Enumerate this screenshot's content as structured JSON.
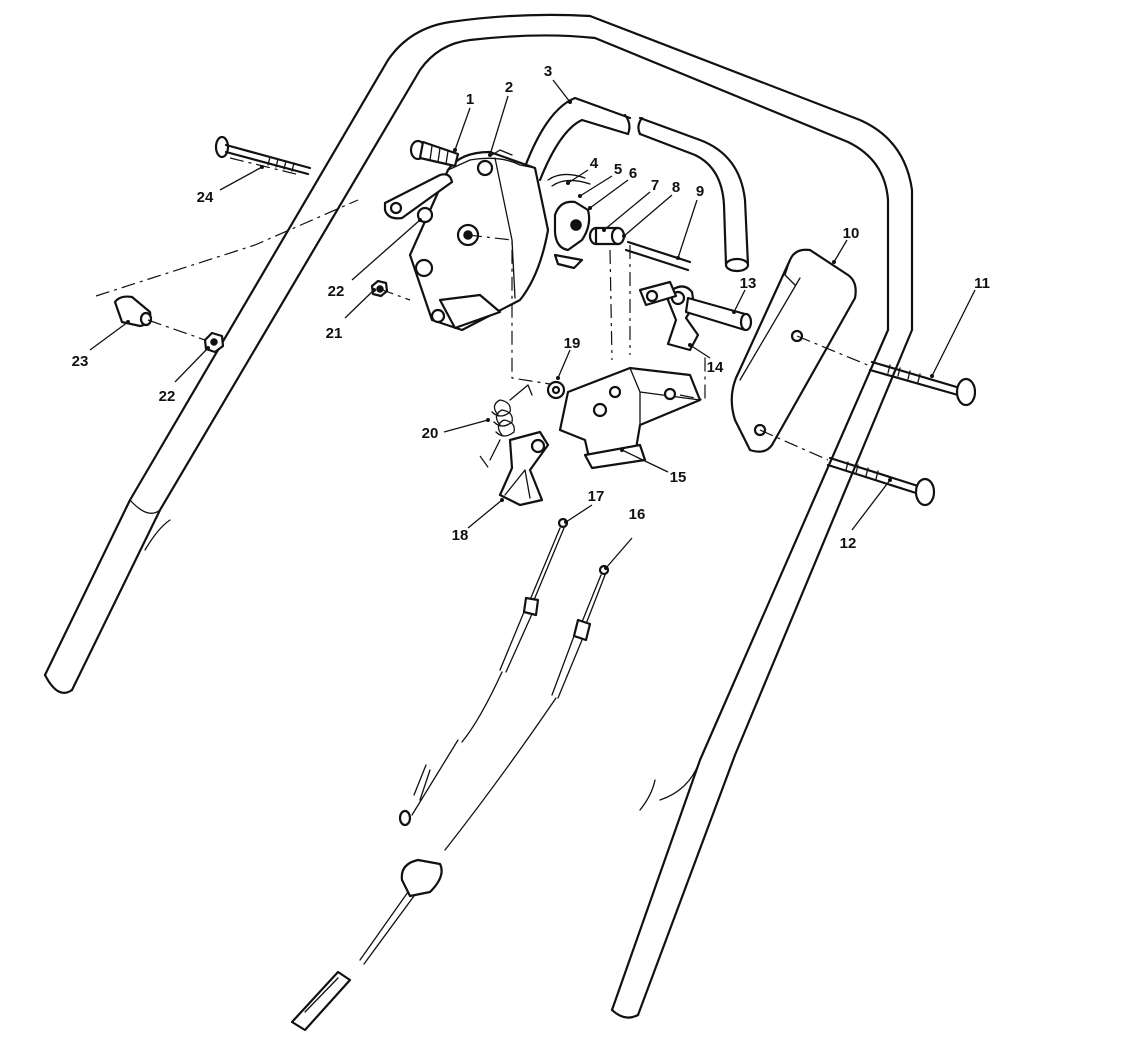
{
  "callouts": [
    {
      "id": "1",
      "label": "1"
    },
    {
      "id": "2",
      "label": "2"
    },
    {
      "id": "3",
      "label": "3"
    },
    {
      "id": "4",
      "label": "4"
    },
    {
      "id": "5",
      "label": "5"
    },
    {
      "id": "6",
      "label": "6"
    },
    {
      "id": "7",
      "label": "7"
    },
    {
      "id": "8",
      "label": "8"
    },
    {
      "id": "9",
      "label": "9"
    },
    {
      "id": "10",
      "label": "10"
    },
    {
      "id": "11",
      "label": "11"
    },
    {
      "id": "12",
      "label": "12"
    },
    {
      "id": "13",
      "label": "13"
    },
    {
      "id": "14",
      "label": "14"
    },
    {
      "id": "15",
      "label": "15"
    },
    {
      "id": "16",
      "label": "16"
    },
    {
      "id": "17",
      "label": "17"
    },
    {
      "id": "18",
      "label": "18"
    },
    {
      "id": "19",
      "label": "19"
    },
    {
      "id": "20",
      "label": "20"
    },
    {
      "id": "21",
      "label": "21"
    },
    {
      "id": "22a",
      "label": "22"
    },
    {
      "id": "22b",
      "label": "22"
    },
    {
      "id": "23",
      "label": "23"
    },
    {
      "id": "24",
      "label": "24"
    }
  ],
  "colors": {
    "ink": "#111111",
    "paper": "#ffffff"
  }
}
